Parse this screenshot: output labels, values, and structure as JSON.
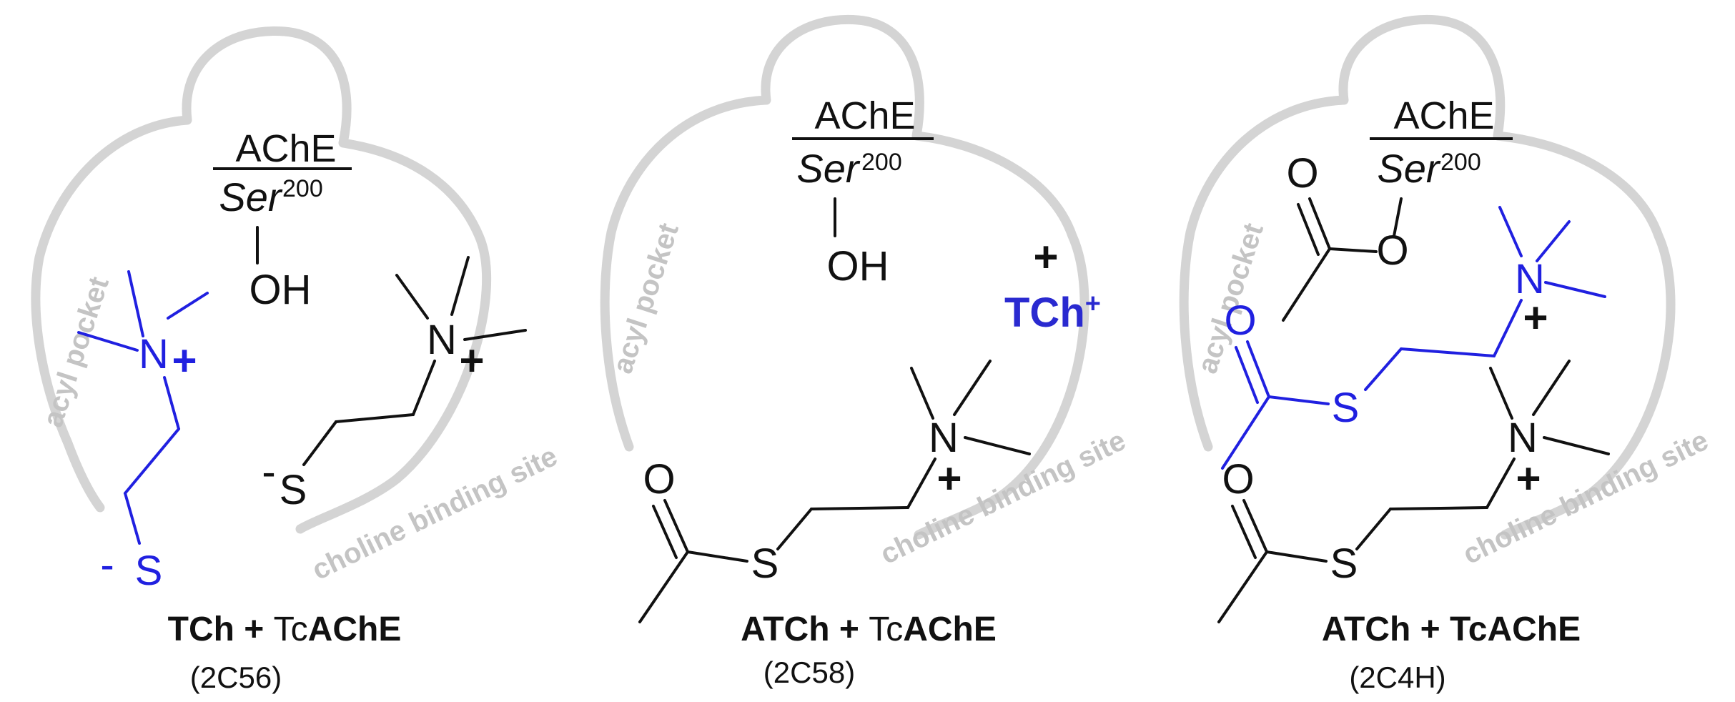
{
  "enzyme": {
    "name": "AChE",
    "residue": "Ser",
    "residue_number": "200",
    "hydroxyl": "OH"
  },
  "regions": {
    "acyl": "acyl pocket",
    "choline": "choline binding site"
  },
  "atoms": {
    "nitrogen": "N",
    "sulfur": "S",
    "oxygen": "O",
    "plus": "+",
    "thiolate": "-"
  },
  "panels": [
    {
      "caption_a": "TCh",
      "caption_join": " + ",
      "caption_prefix": "Tc",
      "caption_b": "AChE",
      "pdb": "(2C56)"
    },
    {
      "caption_a": "ATCh",
      "caption_join": " + ",
      "caption_prefix": "Tc",
      "caption_b": "AChE",
      "pdb": "(2C58)",
      "product": "TCh",
      "product_charge": "+",
      "product_plus": "+"
    },
    {
      "caption_a": "ATCh",
      "caption_join": " + ",
      "caption_prefix": "Tc",
      "caption_b": "AChE",
      "pdb": "(2C4H)"
    }
  ],
  "colors": {
    "highlight": "#2020e0",
    "pocket_outline": "#d4d4d4",
    "region_label": "#c4c4c4",
    "ink": "#111111"
  }
}
